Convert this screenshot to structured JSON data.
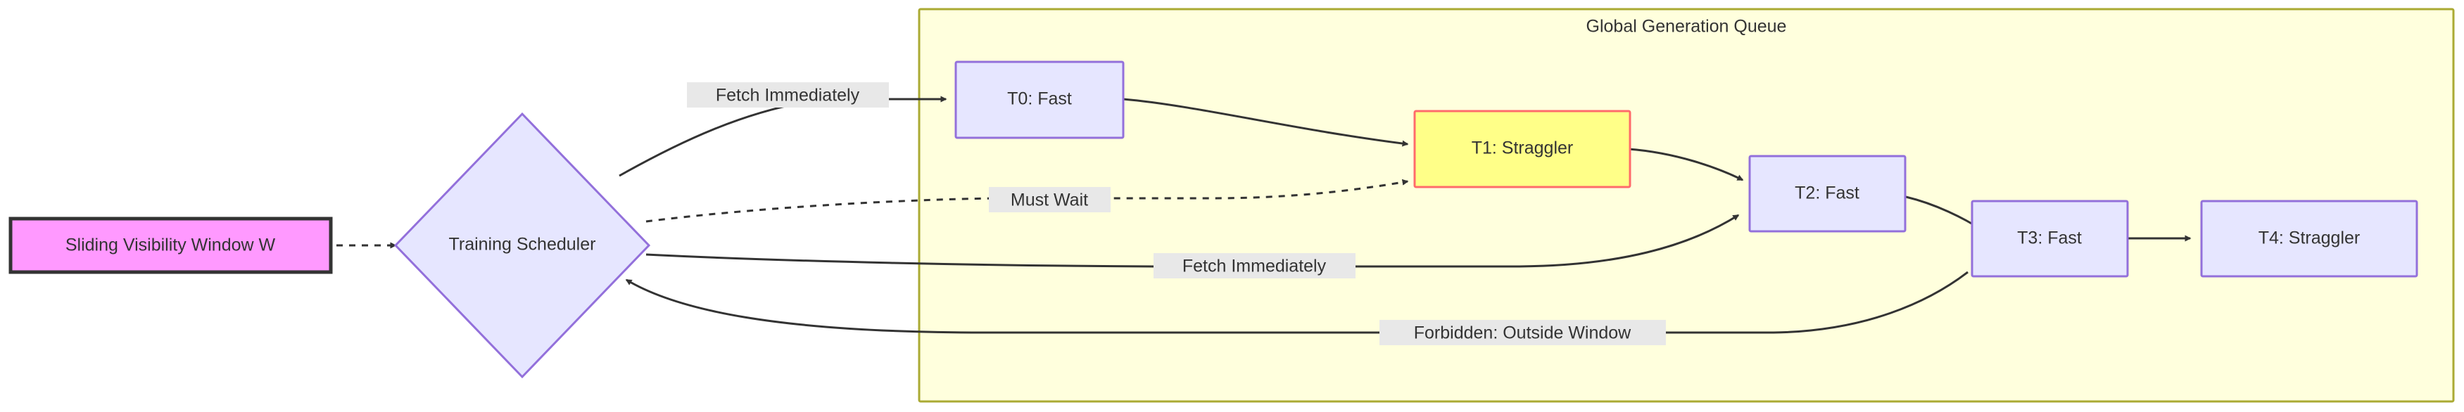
{
  "diagram": {
    "type": "flowchart",
    "title_visible": false,
    "background": "#ffffff",
    "cluster": {
      "label": "Global Generation Queue",
      "fill": "#ffffdd",
      "stroke": "#aaaa33"
    },
    "nodes": [
      {
        "id": "window",
        "label": "Sliding Visibility Window W",
        "shape": "rect",
        "fill": "#ff99ff",
        "stroke": "#333333",
        "text_color": "#333333",
        "in_cluster": false
      },
      {
        "id": "scheduler",
        "label": "Training Scheduler",
        "shape": "diamond",
        "fill": "#e6e6ff",
        "stroke": "#9370db",
        "text_color": "#333333",
        "in_cluster": false
      },
      {
        "id": "t0",
        "label": "T0: Fast",
        "shape": "rect",
        "fill": "#e6e6ff",
        "stroke": "#9370db",
        "text_color": "#333333",
        "in_cluster": true
      },
      {
        "id": "t1",
        "label": "T1: Straggler",
        "shape": "rect",
        "fill": "#ffff88",
        "stroke": "#ff6b6b",
        "text_color": "#333333",
        "in_cluster": true
      },
      {
        "id": "t2",
        "label": "T2: Fast",
        "shape": "rect",
        "fill": "#e6e6ff",
        "stroke": "#9370db",
        "text_color": "#333333",
        "in_cluster": true
      },
      {
        "id": "t3",
        "label": "T3: Fast",
        "shape": "rect",
        "fill": "#e6e6ff",
        "stroke": "#9370db",
        "text_color": "#333333",
        "in_cluster": true
      },
      {
        "id": "t4",
        "label": "T4: Straggler",
        "shape": "rect",
        "fill": "#e6e6ff",
        "stroke": "#9370db",
        "text_color": "#333333",
        "in_cluster": true
      }
    ],
    "edges": [
      {
        "id": "e-window-scheduler",
        "from": "window",
        "to": "scheduler",
        "label": "",
        "style": "dotted",
        "arrow": true
      },
      {
        "id": "e-scheduler-t0",
        "from": "scheduler",
        "to": "t0",
        "label": "Fetch Immediately",
        "style": "solid",
        "arrow": true
      },
      {
        "id": "e-scheduler-t1",
        "from": "scheduler",
        "to": "t1",
        "label": "Must Wait",
        "style": "dotted",
        "arrow": true
      },
      {
        "id": "e-scheduler-t2",
        "from": "scheduler",
        "to": "t2",
        "label": "Fetch Immediately",
        "style": "solid",
        "arrow": true
      },
      {
        "id": "e-t3-scheduler",
        "from": "t3",
        "to": "scheduler",
        "label": "Forbidden: Outside Window",
        "style": "solid",
        "arrow": true
      },
      {
        "id": "e-t0-t1",
        "from": "t0",
        "to": "t1",
        "label": "",
        "style": "solid",
        "arrow": true
      },
      {
        "id": "e-t1-t2",
        "from": "t1",
        "to": "t2",
        "label": "",
        "style": "solid",
        "arrow": true
      },
      {
        "id": "e-t2-t3",
        "from": "t2",
        "to": "t3",
        "label": "",
        "style": "solid",
        "arrow": true
      },
      {
        "id": "e-t3-t4",
        "from": "t3",
        "to": "t4",
        "label": "",
        "style": "solid",
        "arrow": true
      }
    ]
  }
}
